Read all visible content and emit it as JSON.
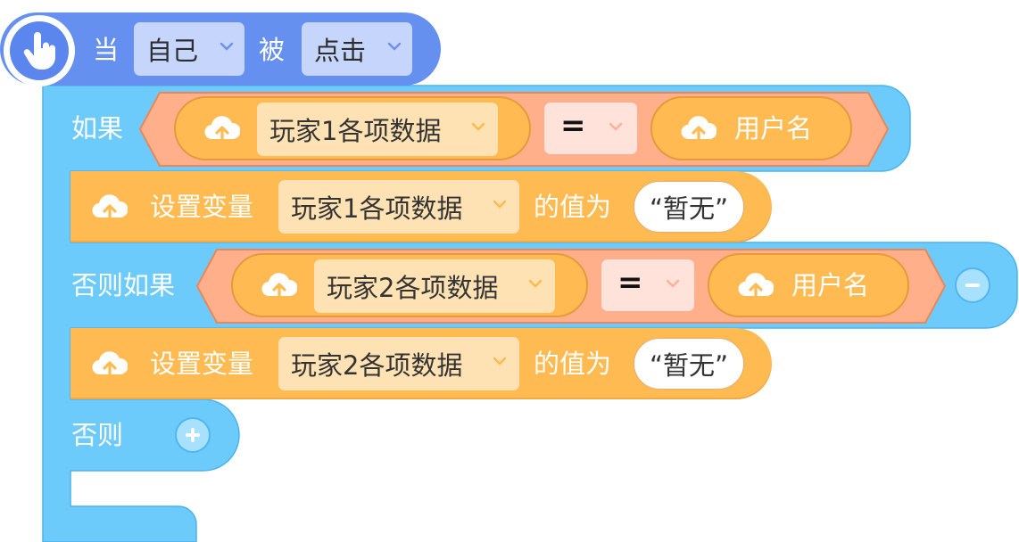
{
  "event": {
    "when": "当",
    "target": "自己",
    "by": "被",
    "action": "点击"
  },
  "if_block": {
    "label": "如果",
    "left_var": "玩家1各项数据",
    "operator": "=",
    "right_var": "用户名"
  },
  "set_block_1": {
    "label": "设置变量",
    "variable": "玩家1各项数据",
    "to_label": "的值为",
    "value": "“暂无”"
  },
  "elif_block": {
    "label": "否则如果",
    "left_var": "玩家2各项数据",
    "operator": "=",
    "right_var": "用户名"
  },
  "set_block_2": {
    "label": "设置变量",
    "variable": "玩家2各项数据",
    "to_label": "的值为",
    "value": "“暂无”"
  },
  "else_block": {
    "label": "否则"
  },
  "colors": {
    "event_blue": "#6690f0",
    "control_blue": "#6ccbfb",
    "variable_orange": "#ffbb52",
    "condition_salmon": "#ffaf8a"
  },
  "icons": [
    "pointer-hand-icon",
    "cloud-upload-icon",
    "chevron-down-icon",
    "minus-icon",
    "plus-icon"
  ]
}
